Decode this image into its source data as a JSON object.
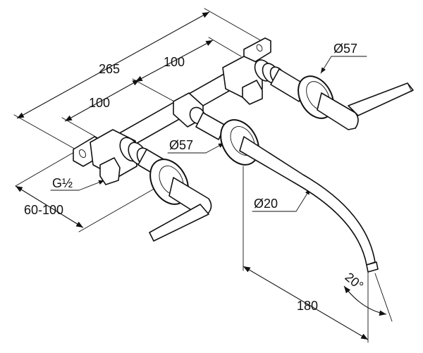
{
  "dimensions": {
    "overall_width": "265",
    "centre_right": "100",
    "centre_left": "100",
    "wall_depth": "60-100",
    "thread": "G½",
    "rosette_diameter_right": "Ø57",
    "rosette_diameter_spout": "Ø57",
    "spout_diameter": "Ø20",
    "spout_projection": "180",
    "spout_angle": "20°"
  },
  "colors": {
    "line": "#111111",
    "background": "#ffffff"
  }
}
